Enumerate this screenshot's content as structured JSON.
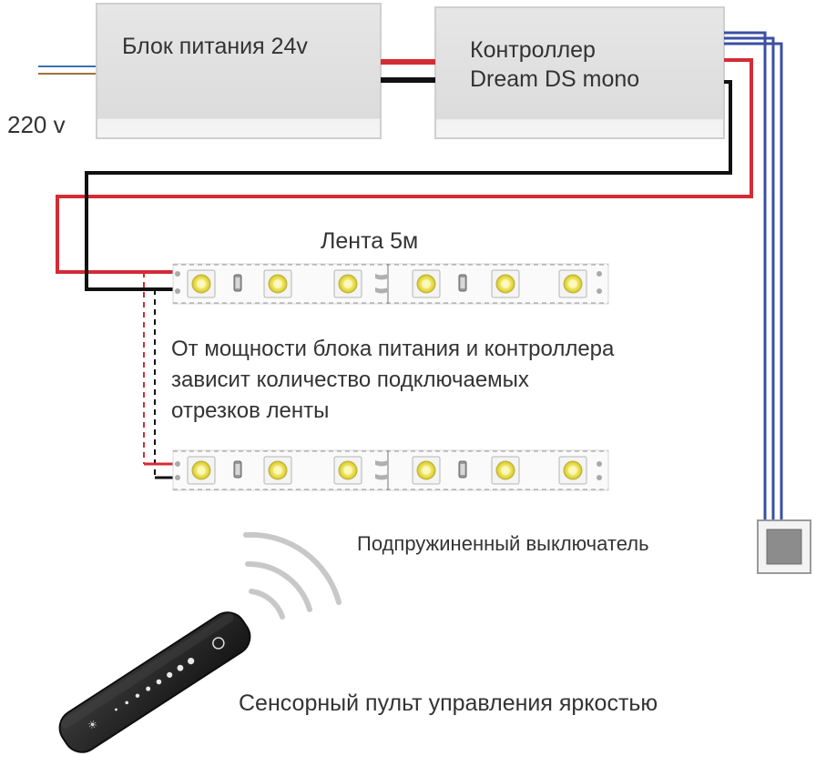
{
  "mains_voltage": "220 v",
  "power_supply": {
    "label": "Блок питания 24v"
  },
  "controller": {
    "label_line1": "Контроллер",
    "label_line2": "Dream DS mono"
  },
  "led_strip": {
    "label": "Лента 5м"
  },
  "note": {
    "line1": "От мощности блока питания и контроллера",
    "line2": "зависит количество подключаемых",
    "line3": "отрезков ленты"
  },
  "switch": {
    "label": "Подпружиненный выключатель"
  },
  "remote": {
    "label": "Сенсорный пульт управления яркостью"
  },
  "colors": {
    "box_fill": "#e3e3e3",
    "box_border": "#cfcfcf",
    "wire_red": "#d42b35",
    "wire_black": "#111111",
    "wire_blue": "#3a4fa3",
    "mains_blue": "#3b6fb3",
    "mains_brown": "#a0703a",
    "led_yellow": "#f2e45a",
    "remote_body": "#2a2a2a"
  }
}
